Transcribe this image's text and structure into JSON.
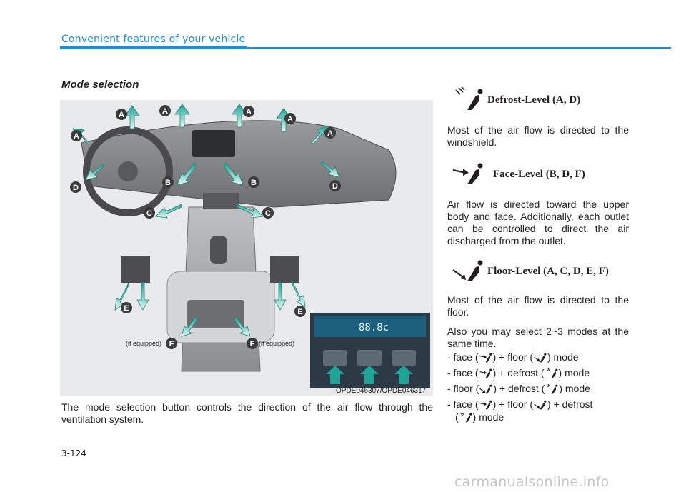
{
  "header": {
    "title": "Convenient features of your vehicle"
  },
  "section": {
    "title": "Mode selection"
  },
  "figure": {
    "code": "OPDE046307/OPDE046317",
    "if_equipped_left": "(if equipped)",
    "if_equipped_right": "(if equipped)",
    "display_readout": "88.8c",
    "callouts": [
      "A",
      "A",
      "A",
      "A",
      "A",
      "A",
      "B",
      "B",
      "C",
      "C",
      "D",
      "D",
      "E",
      "E",
      "F",
      "F"
    ]
  },
  "body_left": "The mode selection button controls the direction of the air flow through the ventilation system.",
  "modes": [
    {
      "icon": "defrost-level-icon",
      "label": "Defrost-Level (A, D)",
      "text": "Most of the air flow is directed to the windshield."
    },
    {
      "icon": "face-level-icon",
      "label": "Face-Level (B, D, F)",
      "text": "Air flow is directed toward the upper body and face. Additionally, each outlet can be controlled to direct the air discharged from the outlet."
    },
    {
      "icon": "floor-level-icon",
      "label": "Floor-Level (A, C, D, E, F)",
      "text": "Most of the air flow is directed to the floor."
    }
  ],
  "combos_intro": "Also you may select 2~3 modes at the same time.",
  "combos": [
    {
      "p1": "- face (",
      "p2": ") + floor (",
      "p3": ") mode"
    },
    {
      "p1": "- face (",
      "p2": ") + defrost (",
      "p3": ") mode"
    },
    {
      "p1": "- floor (",
      "p2": ") + defrost (",
      "p3": ") mode"
    },
    {
      "p1": "- face (",
      "p2": ") + floor (",
      "p3": ") + defrost"
    },
    {
      "p1": "(",
      "p2": ") mode"
    }
  ],
  "page_number": "3-124",
  "watermark": "carmanualsonline.info",
  "colors": {
    "accent": "#1e8fd0",
    "arrow_teal": "#2aa79b",
    "callout_dark": "#3a3a3a"
  }
}
